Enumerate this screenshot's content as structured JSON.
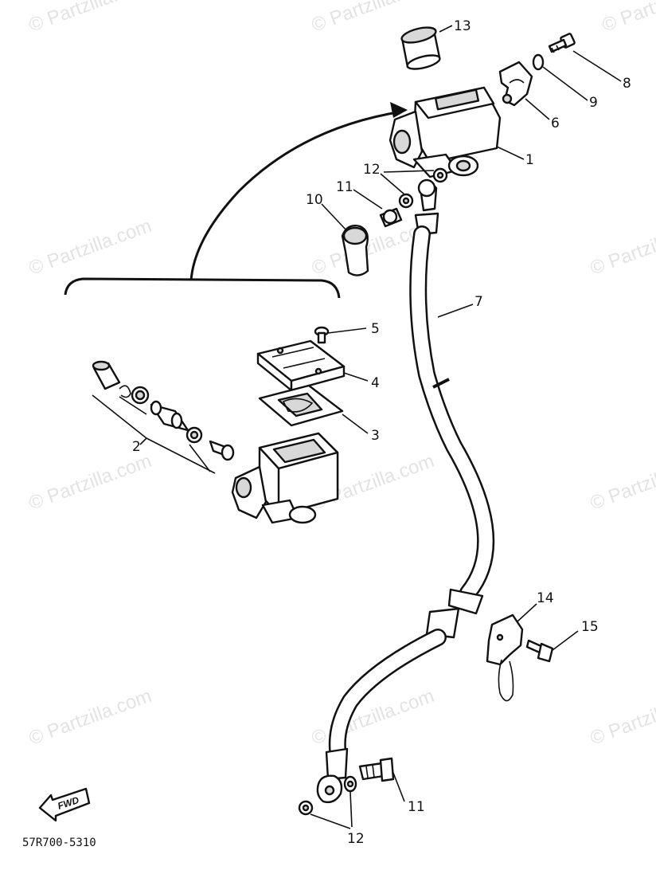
{
  "watermark": {
    "text": "© Partzilla.com",
    "color": "#e3e3e3"
  },
  "callouts": {
    "n1": "1",
    "n2": "2",
    "n3": "3",
    "n4": "4",
    "n5": "5",
    "n6": "6",
    "n7": "7",
    "n8": "8",
    "n9": "9",
    "n10": "10",
    "n11_top": "11",
    "n11_bottom": "11",
    "n12_top": "12",
    "n12_bottom": "12",
    "n13": "13",
    "n14": "14",
    "n15": "15"
  },
  "fwd_label": "FWD",
  "reference_code": "57R700-5310",
  "line_color": "#111111"
}
